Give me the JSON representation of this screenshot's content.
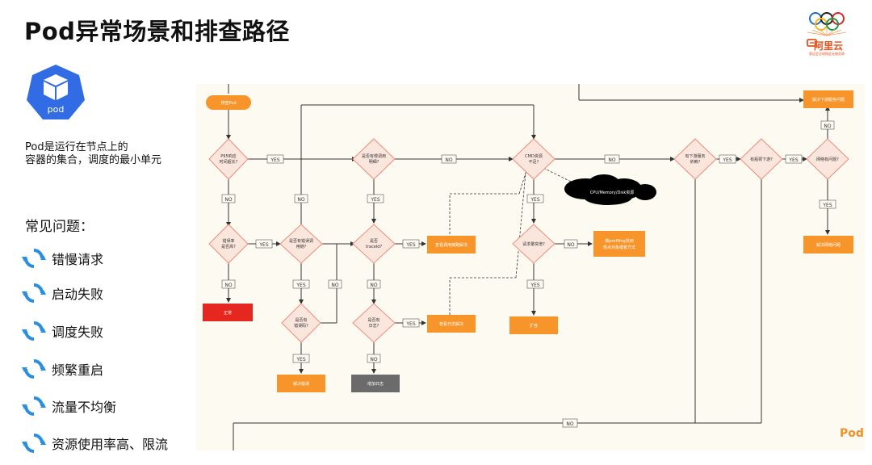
{
  "title": "Pod异常场景和排查路径",
  "logo": {
    "brand": "阿里云",
    "subtitle": "奥运会全球指定云服务商"
  },
  "pod_icon": {
    "label": "pod",
    "icon": "cube-icon",
    "color": "#326ce5"
  },
  "description": {
    "line1": "Pod是运行在节点上的",
    "line2": "容器的集合，调度的最小单元"
  },
  "issues": {
    "title": "常见问题：",
    "items": [
      "错慢请求",
      "启动失败",
      "调度失败",
      "频繁重启",
      "流量不均衡",
      "资源使用率高、限流"
    ]
  },
  "flow": {
    "start": "排查Pod",
    "d_p95": [
      "P95响应",
      "时间超长?"
    ],
    "d_err": [
      "错误率",
      "是否高?"
    ],
    "d_errlog": [
      "是否有错误调",
      "用链?"
    ],
    "d_errcode": [
      "是否有",
      "错误码?"
    ],
    "d_trace": [
      "是否有慢调用",
      "明细?"
    ],
    "d_traceid": [
      "是否",
      "traceId?"
    ],
    "d_log": [
      "是否有",
      "日志?"
    ],
    "d_cpu": [
      "CMD资源",
      "不足?"
    ],
    "d_burst": [
      "请求量突增?"
    ],
    "d_down": [
      "有下游服务",
      "依赖?"
    ],
    "d_bottleneck": [
      "有瓶颈下游?"
    ],
    "d_net": [
      "网络有问题?"
    ],
    "normal": "正常",
    "fix_err": "解决错误",
    "add_log": "增加日志",
    "check_trace": "查看调用链路解决",
    "check_log": "查看日志解决",
    "profiling": [
      "做profiling找到",
      "热点对象或者方法"
    ],
    "scale": "扩容",
    "fix_down": "解决下游服务问题",
    "fix_net": "解决网络问题",
    "cloud": "CPU/Memory/Disk资源",
    "yes": "YES",
    "no": "NO",
    "corner": "Pod"
  },
  "colors": {
    "orange": "#f7952a",
    "red": "#e6271f",
    "gray": "#6b6b6b",
    "diamond_fill": "#fbe6dd",
    "diamond_stroke": "#ee8b7a"
  }
}
